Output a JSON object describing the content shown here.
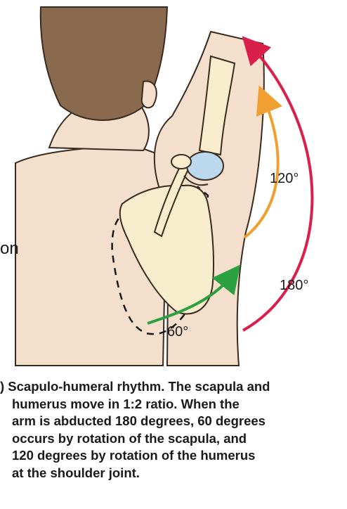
{
  "figure": {
    "angle_labels": {
      "label_120": "120°",
      "label_180": "180°",
      "label_60": "60°"
    },
    "side_fragment": "on",
    "arrow_colors": {
      "humerus_arc": "#f0a030",
      "total_arc": "#d8204a",
      "scapula_arc": "#2aa040"
    },
    "skin_color": "#f3dfcb",
    "hair_color": "#8a6a4e",
    "bone_color": "#f7eccb",
    "cartilage_color": "#bcd8ec"
  },
  "caption": {
    "lines": [
      ") Scapulo-humeral rhythm.  The scapula and",
      "humerus move in 1:2 ratio.  When the",
      "arm is abducted 180 degrees, 60 degrees",
      "occurs by rotation of the scapula, and",
      "120 degrees by rotation of the humerus",
      "at the shoulder joint."
    ]
  }
}
